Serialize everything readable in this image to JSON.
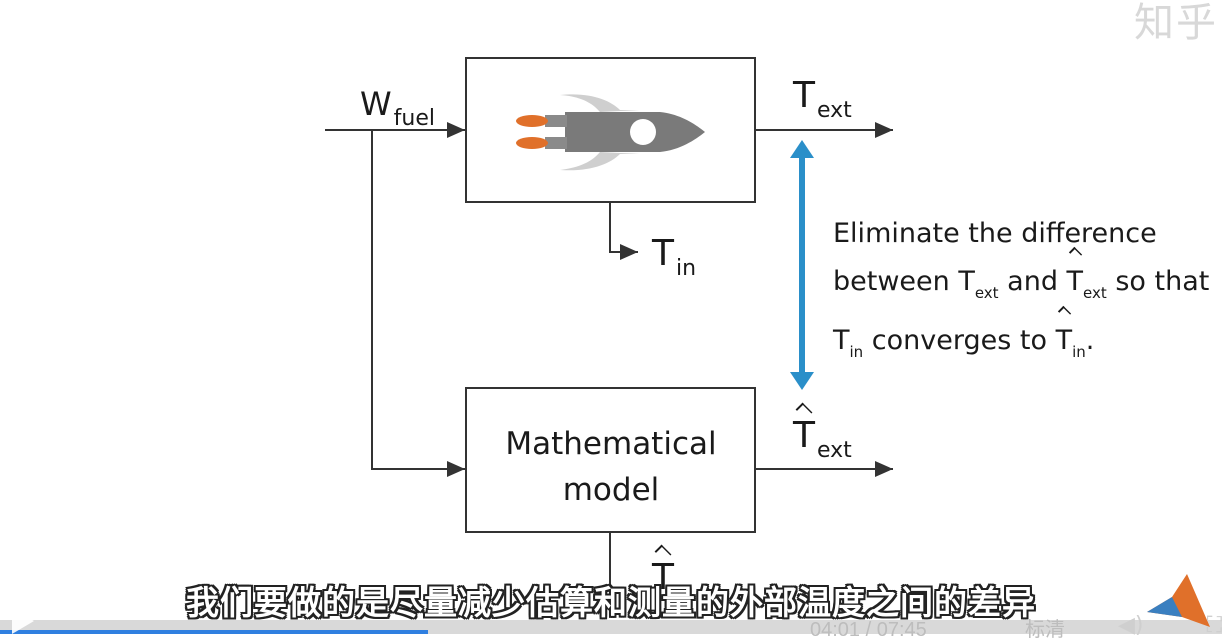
{
  "diagram": {
    "input_label": {
      "main": "W",
      "sub": "fuel"
    },
    "rocket_output": {
      "main": "T",
      "sub": "ext"
    },
    "rocket_internal": {
      "main": "T",
      "sub": "in"
    },
    "model_output": {
      "main": "T",
      "sub": "ext"
    },
    "model_internal": {
      "main": "T"
    },
    "model_label_line1": "Mathematical",
    "model_label_line2": "model",
    "description": {
      "line1": "Eliminate the difference",
      "line2_a": "between T",
      "line2_sub1": "ext",
      "line2_b": " and ",
      "line2_T": "T",
      "line2_sub2": "ext",
      "line2_c": " so that",
      "line3_T": "T",
      "line3_sub1": "in",
      "line3_b": " converges to ",
      "line3_T2": "T",
      "line3_sub2": "in",
      "line3_c": "."
    },
    "colors": {
      "arrow_double": "#2a8fc9",
      "box_stroke": "#333333",
      "flame": "#e0702a",
      "rocket_body": "#7a7a7a"
    }
  },
  "video": {
    "subtitle": "我们要做的是尽量减少估算和测量的外部温度之间的差异",
    "watermark": "知乎",
    "time": "04:01 / 07:45",
    "quality": "标清",
    "progress": 0.35
  }
}
